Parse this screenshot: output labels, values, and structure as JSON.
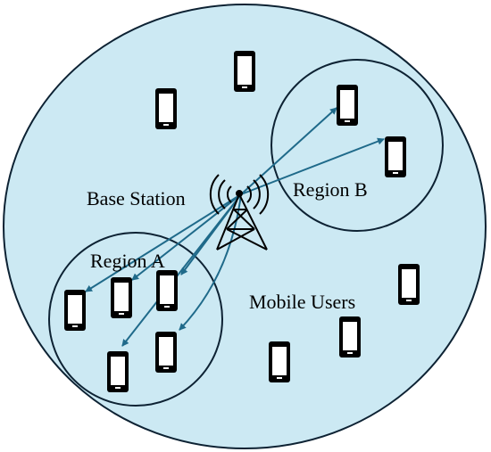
{
  "labels": {
    "base_station": "Base Station",
    "region_a": "Region A",
    "region_b": "Region B",
    "mobile_users": "Mobile Users"
  },
  "colors": {
    "coverage_fill": "#cce9f3",
    "outline": "#0d2233",
    "link_arrow": "#1f6a8a",
    "device": "#000000",
    "screen": "#ffffff"
  },
  "icons": {
    "tower": "cell-tower-icon",
    "device": "mobile-phone-icon"
  }
}
